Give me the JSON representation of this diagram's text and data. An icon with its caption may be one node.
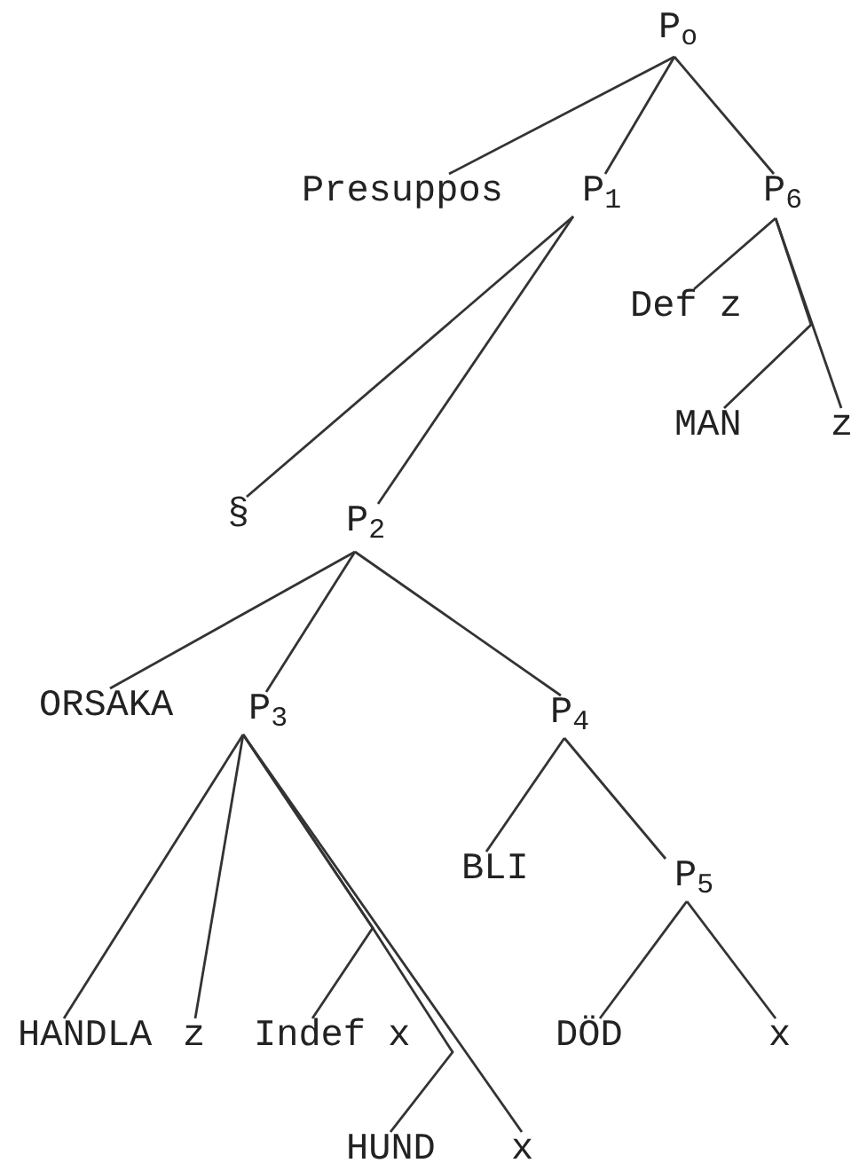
{
  "diagram": {
    "nodes": [
      {
        "text": [
          "P$_{o}$"
        ]
      },
      {
        "text": [
          "Presuppos"
        ]
      },
      {
        "text": [
          "P$_{1}$"
        ]
      },
      {
        "text": [
          "P$_{6}$"
        ]
      },
      {
        "text": [
          "Def z"
        ]
      },
      {
        "text": [
          "MAN"
        ]
      },
      {
        "text": [
          "z"
        ]
      },
      {
        "text": [
          "§"
        ]
      },
      {
        "text": [
          "P$_{2}$"
        ]
      },
      {
        "text": [
          "ORSAKA"
        ]
      },
      {
        "text": [
          "P$_{3}$"
        ]
      },
      {
        "text": [
          "P$_{4}$"
        ]
      },
      {
        "text": [
          "BLI"
        ]
      },
      {
        "text": [
          "P$_{5}$"
        ]
      },
      {
        "text": [
          "HANDLA"
        ]
      },
      {
        "text": [
          "z"
        ]
      },
      {
        "text": [
          "Indef x"
        ]
      },
      {
        "text": [
          "DÖD"
        ]
      },
      {
        "text": [
          "x"
        ]
      },
      {
        "text": [
          "HUND"
        ]
      },
      {
        "text": [
          "x"
        ]
      }
    ],
    "edges": [
      {
        "from": 0,
        "to": 1,
        "arrow": "none"
      },
      {
        "from": 0,
        "to": 2,
        "arrow": "none"
      },
      {
        "from": 0,
        "to": 3,
        "arrow": "none"
      },
      {
        "from": 3,
        "to": 4,
        "arrow": "none"
      },
      {
        "from": 3,
        "to": 5,
        "arrow": "none"
      },
      {
        "from": 3,
        "to": 6,
        "arrow": "none"
      },
      {
        "from": 2,
        "to": 7,
        "arrow": "none"
      },
      {
        "from": 2,
        "to": 8,
        "arrow": "none"
      },
      {
        "from": 8,
        "to": 9,
        "arrow": "none"
      },
      {
        "from": 8,
        "to": 10,
        "arrow": "none"
      },
      {
        "from": 8,
        "to": 11,
        "arrow": "none"
      },
      {
        "from": 10,
        "to": 14,
        "arrow": "none"
      },
      {
        "from": 10,
        "to": 15,
        "arrow": "none"
      },
      {
        "from": 10,
        "to": 16,
        "arrow": "none"
      },
      {
        "from": 10,
        "to": 19,
        "arrow": "none"
      },
      {
        "from": 10,
        "to": 20,
        "arrow": "none"
      },
      {
        "from": 11,
        "to": 12,
        "arrow": "none"
      },
      {
        "from": 11,
        "to": 13,
        "arrow": "none"
      },
      {
        "from": 13,
        "to": 17,
        "arrow": "none"
      },
      {
        "from": 13,
        "to": 18,
        "arrow": "none"
      }
    ]
  }
}
